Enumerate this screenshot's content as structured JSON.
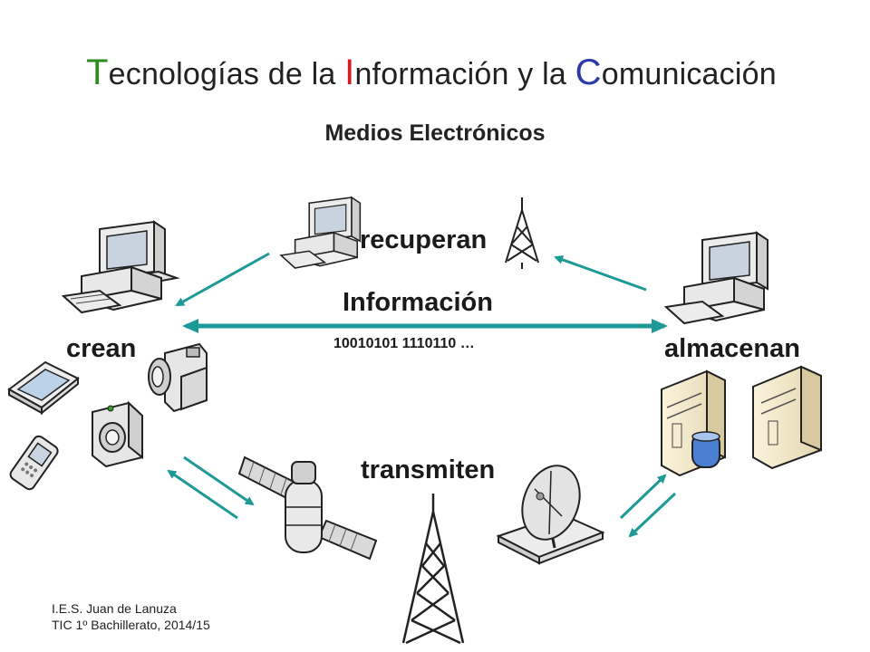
{
  "title": {
    "t_letter": "T",
    "t_rest": "ecnologías de la ",
    "i_letter": "I",
    "i_rest": "nformación y la ",
    "c_letter": "C",
    "c_rest": "omunicación",
    "colors": {
      "t": "#2e8b1f",
      "i": "#d71920",
      "c": "#2b3aa8"
    }
  },
  "subtitle": "Medios Electrónicos",
  "labels": {
    "recuperan": "recuperan",
    "informacion": "Información",
    "binary": "10010101 1110110 …",
    "crean": "crean",
    "almacenan": "almacenan",
    "transmiten": "transmiten"
  },
  "footer": {
    "line1": "I.E.S. Juan de Lanuza",
    "line2": "TIC 1º Bachillerato, 2014/15"
  },
  "colors": {
    "arrow": "#1e9a96"
  },
  "icons": [
    "computer-icon",
    "antenna-tower-icon",
    "scanner-icon",
    "video-camera-icon",
    "mobile-phone-icon",
    "photo-camera-icon",
    "satellite-icon",
    "dish-antenna-icon",
    "server-icon"
  ]
}
